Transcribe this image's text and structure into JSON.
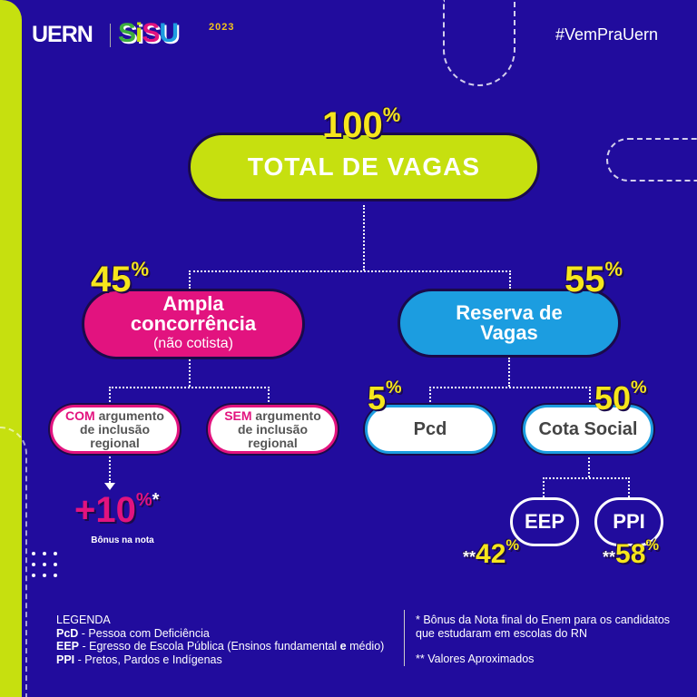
{
  "header": {
    "logo_uern": "UERN",
    "logo_sisu": "SiSU",
    "logo_year": "2023",
    "hashtag": "#VemPraUern"
  },
  "total": {
    "percent": "100",
    "percent_sign": "%",
    "label": "TOTAL DE VAGAS"
  },
  "ampla": {
    "percent": "45",
    "percent_sign": "%",
    "line1": "Ampla",
    "line2": "concorrência",
    "sub": "(não cotista)"
  },
  "reserva": {
    "percent": "55",
    "percent_sign": "%",
    "line1": "Reserva de",
    "line2": "Vagas"
  },
  "com": {
    "keyword": "COM",
    "line1": " argumento",
    "line2": "de inclusão",
    "line3": "regional"
  },
  "sem": {
    "keyword": "SEM",
    "line1": " argumento",
    "line2": "de inclusão",
    "line3": "regional"
  },
  "bonus": {
    "value": "+10",
    "percent_sign": "%",
    "asterisk": "*",
    "label": "Bônus na nota"
  },
  "pcd": {
    "percent": "5",
    "percent_sign": "%",
    "label": "Pcd"
  },
  "cota": {
    "percent": "50",
    "percent_sign": "%",
    "label": "Cota Social"
  },
  "eep": {
    "label": "EEP",
    "prefix": "**",
    "percent": "42",
    "percent_sign": "%"
  },
  "ppi": {
    "label": "PPI",
    "prefix": "**",
    "percent": "58",
    "percent_sign": "%"
  },
  "legend": {
    "title": "LEGENDA",
    "items": [
      {
        "abbr": "PcD",
        "desc": " - Pessoa com Deficiência"
      },
      {
        "abbr": "EEP",
        "desc": " - Egresso de Escola Pública (Ensinos fundamental ",
        "bold_e": "e",
        "desc2": " médio)"
      },
      {
        "abbr": "PPI",
        "desc": " - Pretos, Pardos e Indígenas"
      }
    ]
  },
  "notes": {
    "note1": "* Bônus da Nota final do Enem para os candidatos que estudaram em escolas do RN",
    "note2": "** Valores Aproximados"
  },
  "colors": {
    "background": "#210c9d",
    "lime": "#c6e00f",
    "pink": "#e2137f",
    "blue": "#1c9de0",
    "yellow": "#f6e61c"
  }
}
